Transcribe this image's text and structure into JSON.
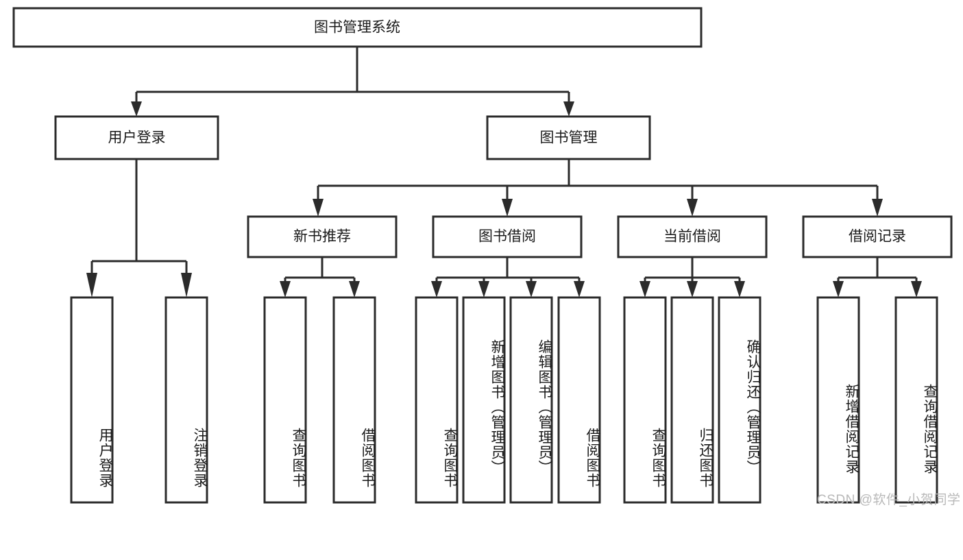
{
  "diagram": {
    "type": "tree",
    "title_node": {
      "id": "root",
      "label": "图书管理系统"
    },
    "levels": {
      "level1": [
        {
          "id": "user-login",
          "label": "用户登录"
        },
        {
          "id": "book-manage",
          "label": "图书管理"
        }
      ],
      "level2": [
        {
          "id": "new-book-rec",
          "label": "新书推荐",
          "parent": "book-manage"
        },
        {
          "id": "book-borrow",
          "label": "图书借阅",
          "parent": "book-manage"
        },
        {
          "id": "current-borrow",
          "label": "当前借阅",
          "parent": "book-manage"
        },
        {
          "id": "borrow-record",
          "label": "借阅记录",
          "parent": "book-manage"
        }
      ],
      "leaves": [
        {
          "id": "leaf-user-login",
          "label": "用户登录",
          "parent": "user-login"
        },
        {
          "id": "leaf-logout",
          "label": "注销登录",
          "parent": "user-login"
        },
        {
          "id": "leaf-query-book-1",
          "label": "查询图书",
          "parent": "new-book-rec"
        },
        {
          "id": "leaf-borrow-book-1",
          "label": "借阅图书",
          "parent": "new-book-rec"
        },
        {
          "id": "leaf-query-book-2",
          "label": "查询图书",
          "parent": "book-borrow"
        },
        {
          "id": "leaf-add-book",
          "label": "新增图书（管理员）",
          "parent": "book-borrow"
        },
        {
          "id": "leaf-edit-book",
          "label": "编辑图书（管理员）",
          "parent": "book-borrow"
        },
        {
          "id": "leaf-borrow-book-2",
          "label": "借阅图书",
          "parent": "book-borrow"
        },
        {
          "id": "leaf-query-book-3",
          "label": "查询图书",
          "parent": "current-borrow"
        },
        {
          "id": "leaf-return-book",
          "label": "归还图书",
          "parent": "current-borrow"
        },
        {
          "id": "leaf-confirm-return",
          "label": "确认归还（管理员）",
          "parent": "current-borrow"
        },
        {
          "id": "leaf-add-record",
          "label": "新增借阅记录",
          "parent": "borrow-record"
        },
        {
          "id": "leaf-query-record",
          "label": "查询借阅记录",
          "parent": "borrow-record"
        }
      ]
    },
    "colors": {
      "stroke": "#2b2b2b",
      "fill": "#ffffff",
      "text": "#1a1a1a",
      "watermark": "#b9b9b9",
      "background": "#ffffff"
    }
  },
  "watermark": {
    "text": "CSDN @软件_小贺同学"
  }
}
